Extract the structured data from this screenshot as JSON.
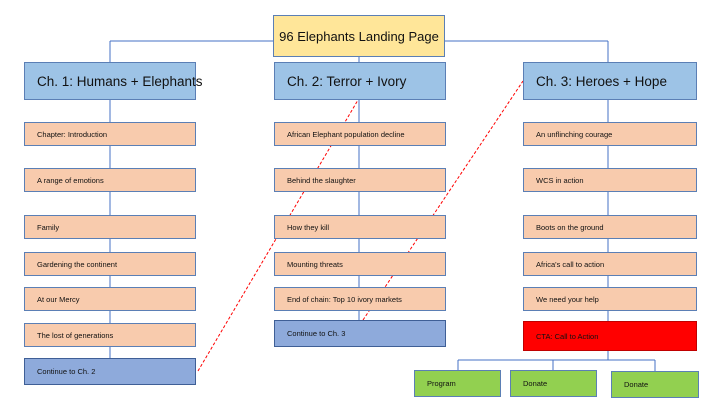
{
  "root": {
    "label": "96 Elephants Landing Page"
  },
  "chapters": [
    {
      "title": "Ch. 1: Humans + Elephants",
      "items": [
        "Chapter: Introduction",
        "A range of emotions",
        "Family",
        "Gardening the continent",
        "At our Mercy",
        "The lost of generations"
      ],
      "nav": "Continue to Ch. 2"
    },
    {
      "title": "Ch. 2: Terror + Ivory",
      "items": [
        "African Elephant population decline",
        "Behind the slaughter",
        "How they kill",
        "Mounting threats",
        "End of chain: Top 10 ivory markets"
      ],
      "nav": "Continue to Ch. 3"
    },
    {
      "title": "Ch. 3: Heroes + Hope",
      "items": [
        "An unflinching courage",
        "WCS in action",
        "Boots on the ground",
        "Africa's call to action",
        "We need your help"
      ],
      "cta": "CTA: Call to Action",
      "actions": [
        "Program",
        "Donate",
        "Donate"
      ]
    }
  ],
  "colors": {
    "connector": "#4472c4",
    "cross_link": "#ff0000",
    "root_fill": "#ffe699",
    "header_fill": "#9dc3e6",
    "item_fill": "#f8cbad",
    "nav_fill": "#8eaadb",
    "cta_fill": "#ff0000",
    "action_fill": "#92d050"
  }
}
